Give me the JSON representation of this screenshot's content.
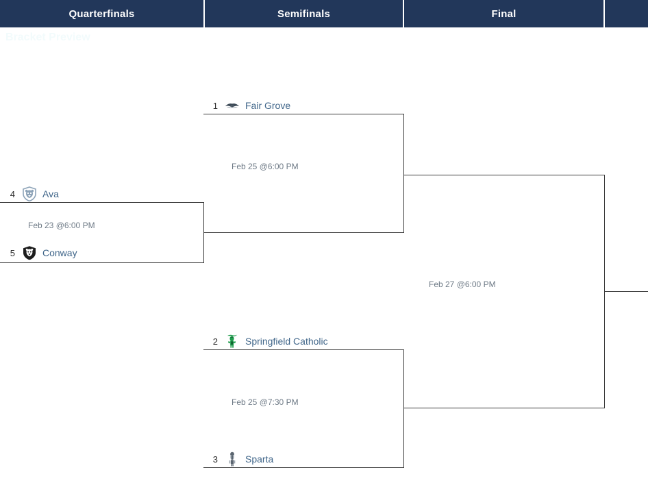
{
  "header": {
    "rounds": [
      {
        "label": "Quarterfinals"
      },
      {
        "label": "Semifinals"
      },
      {
        "label": "Final"
      },
      {
        "label": ""
      }
    ]
  },
  "watermark": {
    "text": "Bracket Preview"
  },
  "bracket": {
    "quarterfinals": [
      {
        "date": "Feb 23 @6:00 PM",
        "teams": [
          {
            "seed": "4",
            "name": "Ava",
            "logo": "ava-bear-shield-logo",
            "logo_color": "#8da3b8"
          },
          {
            "seed": "5",
            "name": "Conway",
            "logo": "conway-bear-shield-logo",
            "logo_color": "#1c1c1c"
          }
        ]
      }
    ],
    "semifinals": [
      {
        "date": "Feb 25 @6:00 PM",
        "teams": [
          {
            "seed": "1",
            "name": "Fair Grove",
            "logo": "fair-grove-eagle-logo",
            "logo_color": "#3d4a57"
          }
        ]
      },
      {
        "date": "Feb 25 @7:30 PM",
        "teams": [
          {
            "seed": "2",
            "name": "Springfield Catholic",
            "logo": "springfield-catholic-irish-logo",
            "logo_color": "#1f9d4d"
          },
          {
            "seed": "3",
            "name": "Sparta",
            "logo": "sparta-trojan-logo",
            "logo_color": "#5b6570"
          }
        ]
      }
    ],
    "final": {
      "date": "Feb 27 @6:00 PM"
    }
  },
  "colors": {
    "header_bg": "#22375a",
    "team_name": "#3f6589",
    "date_text": "#6e7a86",
    "line": "#3a3a3a"
  }
}
